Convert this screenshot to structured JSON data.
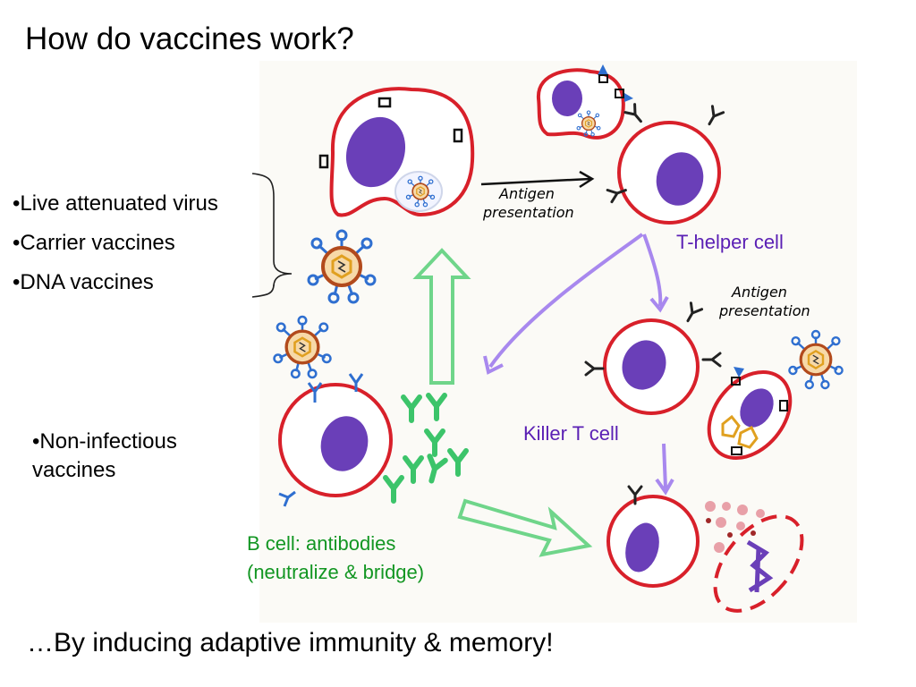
{
  "title": "How do vaccines work?",
  "bullets": [
    "•Live attenuated virus",
    "•Carrier vaccines",
    "•DNA vaccines"
  ],
  "non_infectious": [
    "•Non-infectious",
    "vaccines"
  ],
  "labels": {
    "antigen_presentation_1": [
      "Antigen",
      "presentation"
    ],
    "antigen_presentation_2": [
      "Antigen",
      "presentation"
    ],
    "t_helper": "T-helper cell",
    "killer_t": "Killer T cell",
    "b_cell": [
      "B cell: antibodies",
      "(neutralize & bridge)"
    ]
  },
  "footer": "…By inducing adaptive immunity & memory!",
  "colors": {
    "membrane": "#d8202a",
    "nucleus": "#6a3fb8",
    "antibody": "#3cc46a",
    "green_arrow": "#6fd58a",
    "purple_arrow": "#a888ee",
    "receptor": "#2f6fd0",
    "virus_core": "#e0a020",
    "virus_shell": "#b24a1c",
    "text_purple": "#5a1fb4",
    "text_green": "#129622"
  }
}
